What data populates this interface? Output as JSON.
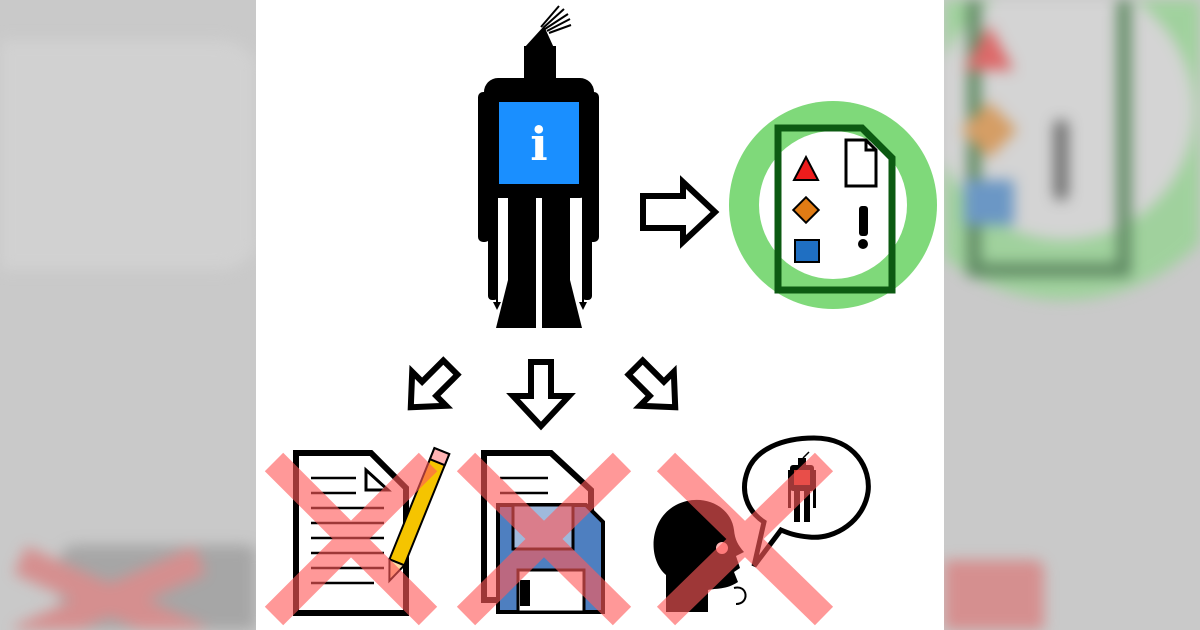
{
  "robot": {
    "info_glyph": "i",
    "panel_color": "#1a8fff"
  },
  "output_file": {
    "highlight_color": "#7fd97a",
    "border_color": "#0c5a12",
    "shape_colors": [
      "#ee1c1c",
      "#e07b14",
      "#1f6fc2"
    ],
    "exclamation": "!"
  },
  "forbidden": {
    "cross_color": "#ff5a5a",
    "items": [
      "edit-document",
      "save-to-disk",
      "spoken-description"
    ]
  }
}
